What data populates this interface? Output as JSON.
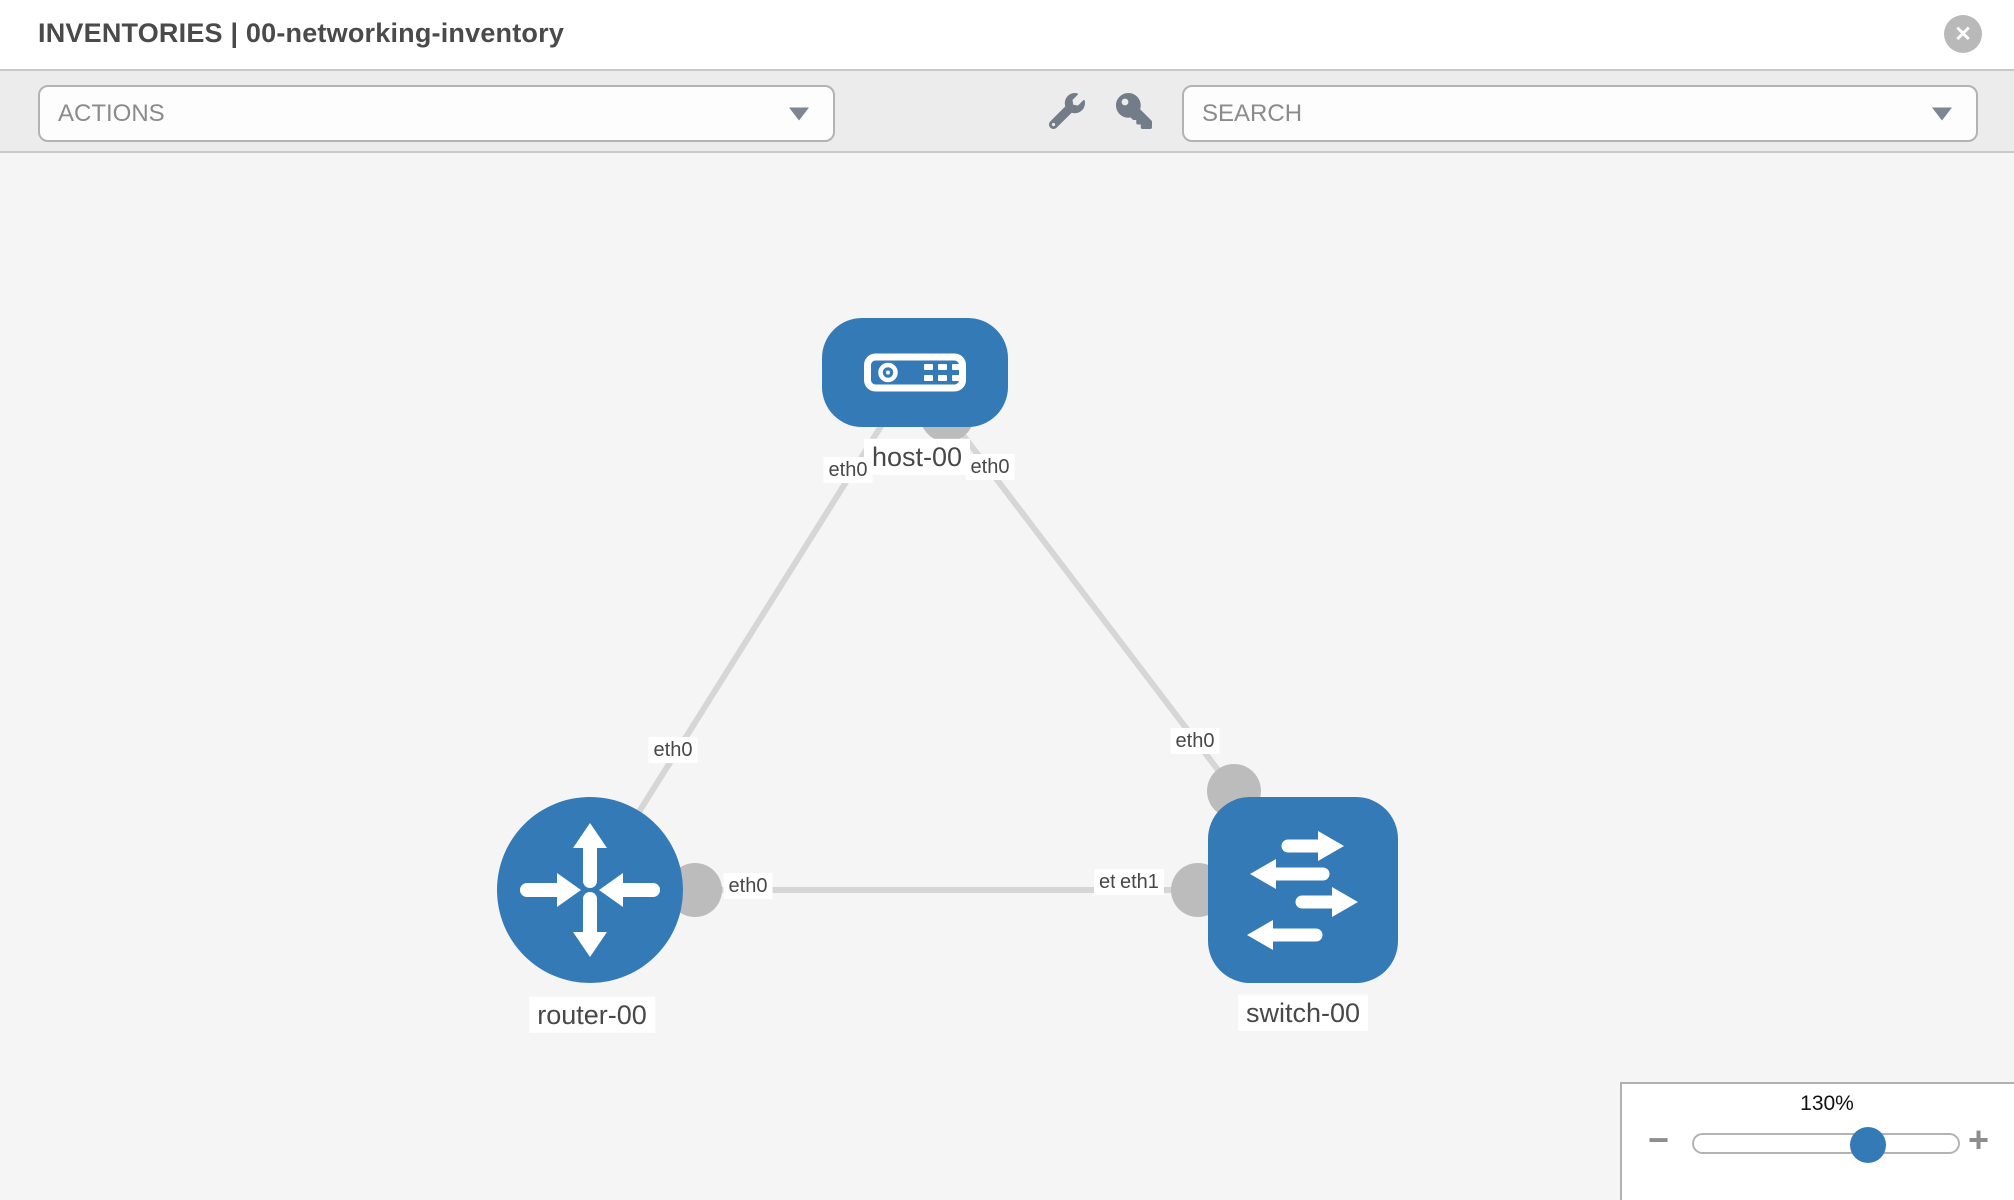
{
  "header": {
    "title": "INVENTORIES | 00-networking-inventory"
  },
  "icons": {
    "close": "✕",
    "minus": "−",
    "plus": "+",
    "wrench": "wrench-icon",
    "key": "key-icon",
    "caret": "caret-down-icon"
  },
  "toolbar": {
    "actions_placeholder": "ACTIONS",
    "search_placeholder": "SEARCH"
  },
  "topology": {
    "nodes": [
      {
        "id": "host-00",
        "type": "host",
        "label": "host-00"
      },
      {
        "id": "router-00",
        "type": "router",
        "label": "router-00"
      },
      {
        "id": "switch-00",
        "type": "switch",
        "label": "switch-00"
      }
    ],
    "links": [
      {
        "from": "host-00",
        "from_port": "eth0",
        "to": "router-00",
        "to_port": "eth0"
      },
      {
        "from": "host-00",
        "from_port": "eth0",
        "to": "switch-00",
        "to_port": "eth0"
      },
      {
        "from": "router-00",
        "from_port": "eth0",
        "to": "switch-00",
        "to_port": "eth1"
      }
    ],
    "port_labels": {
      "host_to_router": "eth0",
      "host_to_switch": "eth0",
      "router_to_host": "eth0",
      "switch_to_host": "eth0",
      "router_to_switch": "eth0",
      "switch_to_router_a": "eth0",
      "switch_to_router_b": "eth1"
    }
  },
  "zoom_control": {
    "level": "130%"
  },
  "colors": {
    "node_blue": "#337ab7",
    "port_gray": "#bcbcbc",
    "edge_gray": "#d6d6d6",
    "toolbar_bg": "#ececec",
    "canvas_bg": "#f5f5f5"
  }
}
